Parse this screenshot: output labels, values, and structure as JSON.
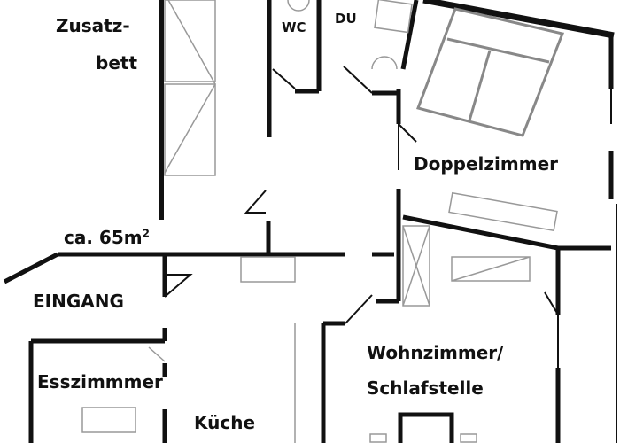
{
  "labels": {
    "zusatzbett_1": "Zusatz-",
    "zusatzbett_2": "bett",
    "wc": "WC",
    "du": "DU",
    "doppelzimmer": "Doppelzimmer",
    "area": "ca. 65m",
    "area_sup": "2",
    "eingang": "EINGANG",
    "esszimmer": "Esszimmmer",
    "kueche": "Küche",
    "wohnzimmer_1": "Wohnzimmer/",
    "wohnzimmer_2": "Schlafstelle"
  },
  "colors": {
    "wall": "#111111",
    "furniture": "#888888"
  }
}
